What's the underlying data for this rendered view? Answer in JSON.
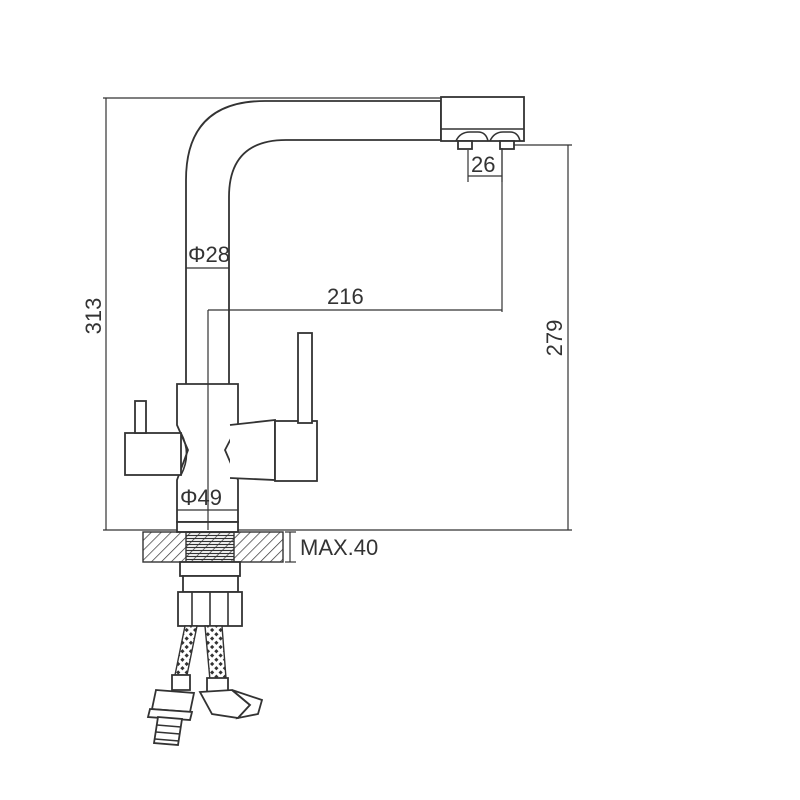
{
  "dimensions": {
    "overall_height": "313",
    "spout_height": "279",
    "tube_diameter": "Φ28",
    "spout_reach": "216",
    "outlet_spacing": "26",
    "base_diameter": "Φ49",
    "max_thickness": "MAX.40"
  }
}
